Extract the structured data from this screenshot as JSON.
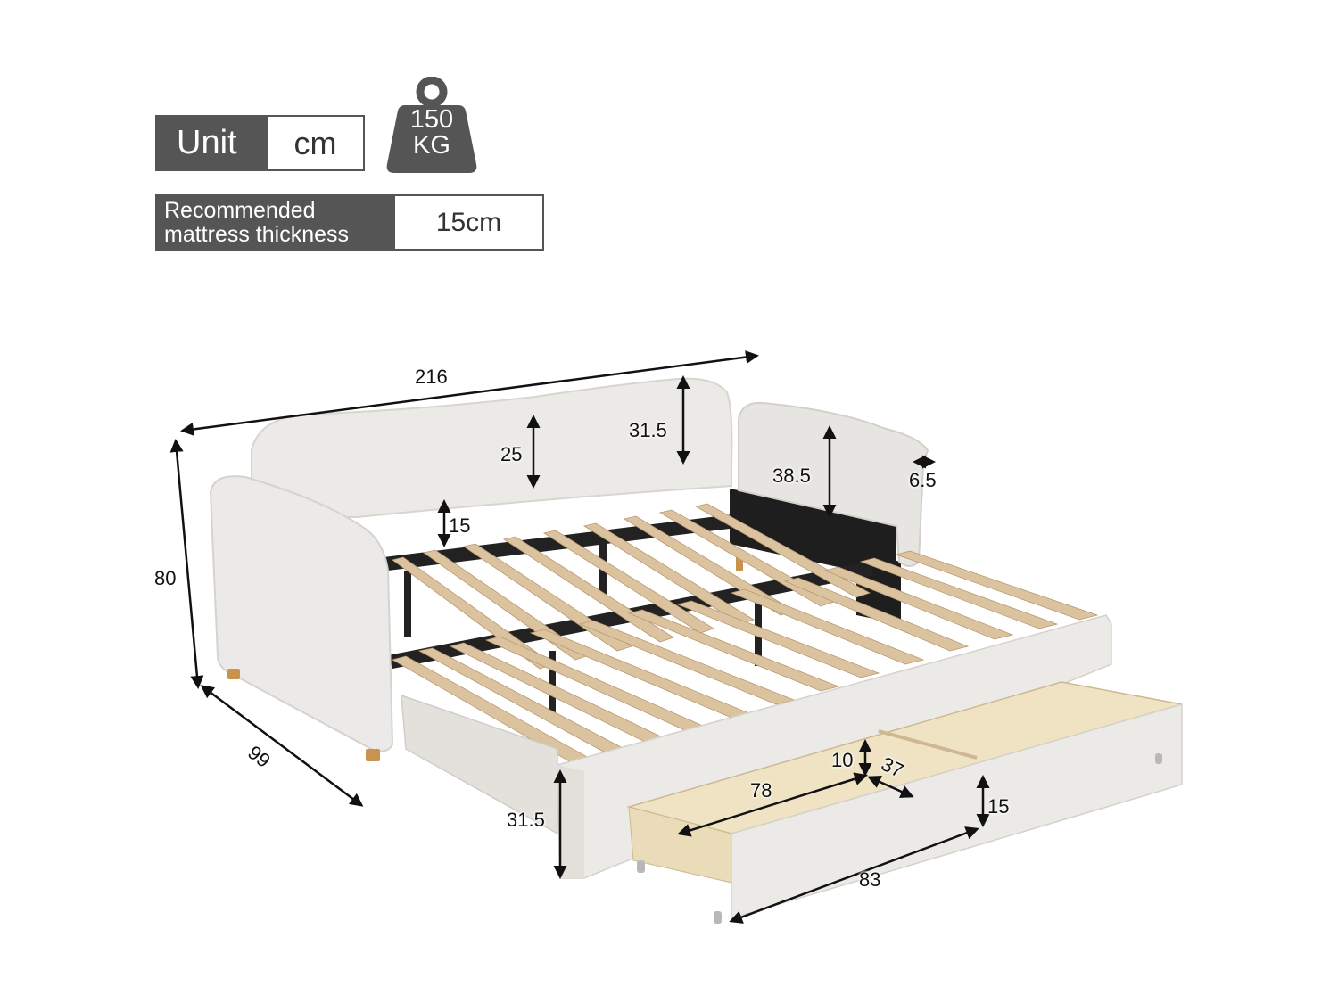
{
  "specs": {
    "unit": {
      "label": "Unit",
      "value": "cm"
    },
    "mattress": {
      "label_line1": "Recommended",
      "label_line2": "mattress thickness",
      "value": "15cm"
    },
    "weight_capacity": {
      "icon": "weight-icon",
      "value": "150",
      "unit": "KG"
    }
  },
  "dimensions": {
    "overall_length": "216",
    "overall_height": "80",
    "overall_depth": "99",
    "backrest_center_height": "25",
    "backrest_peak_height": "31.5",
    "armrest_height": "38.5",
    "armrest_thickness": "6.5",
    "rail_to_slat_height": "15",
    "trundle_height": "31.5",
    "drawer_inner_length": "78",
    "drawer_inner_width": "37",
    "drawer_inner_depth": "10",
    "drawer_height": "15",
    "drawer_length": "83"
  },
  "colors": {
    "label_bg": "#555555",
    "fabric": "#ebe9e5",
    "slat": "#d9bf9a",
    "frame": "#222222",
    "drawer_wood": "#efe3c4"
  }
}
